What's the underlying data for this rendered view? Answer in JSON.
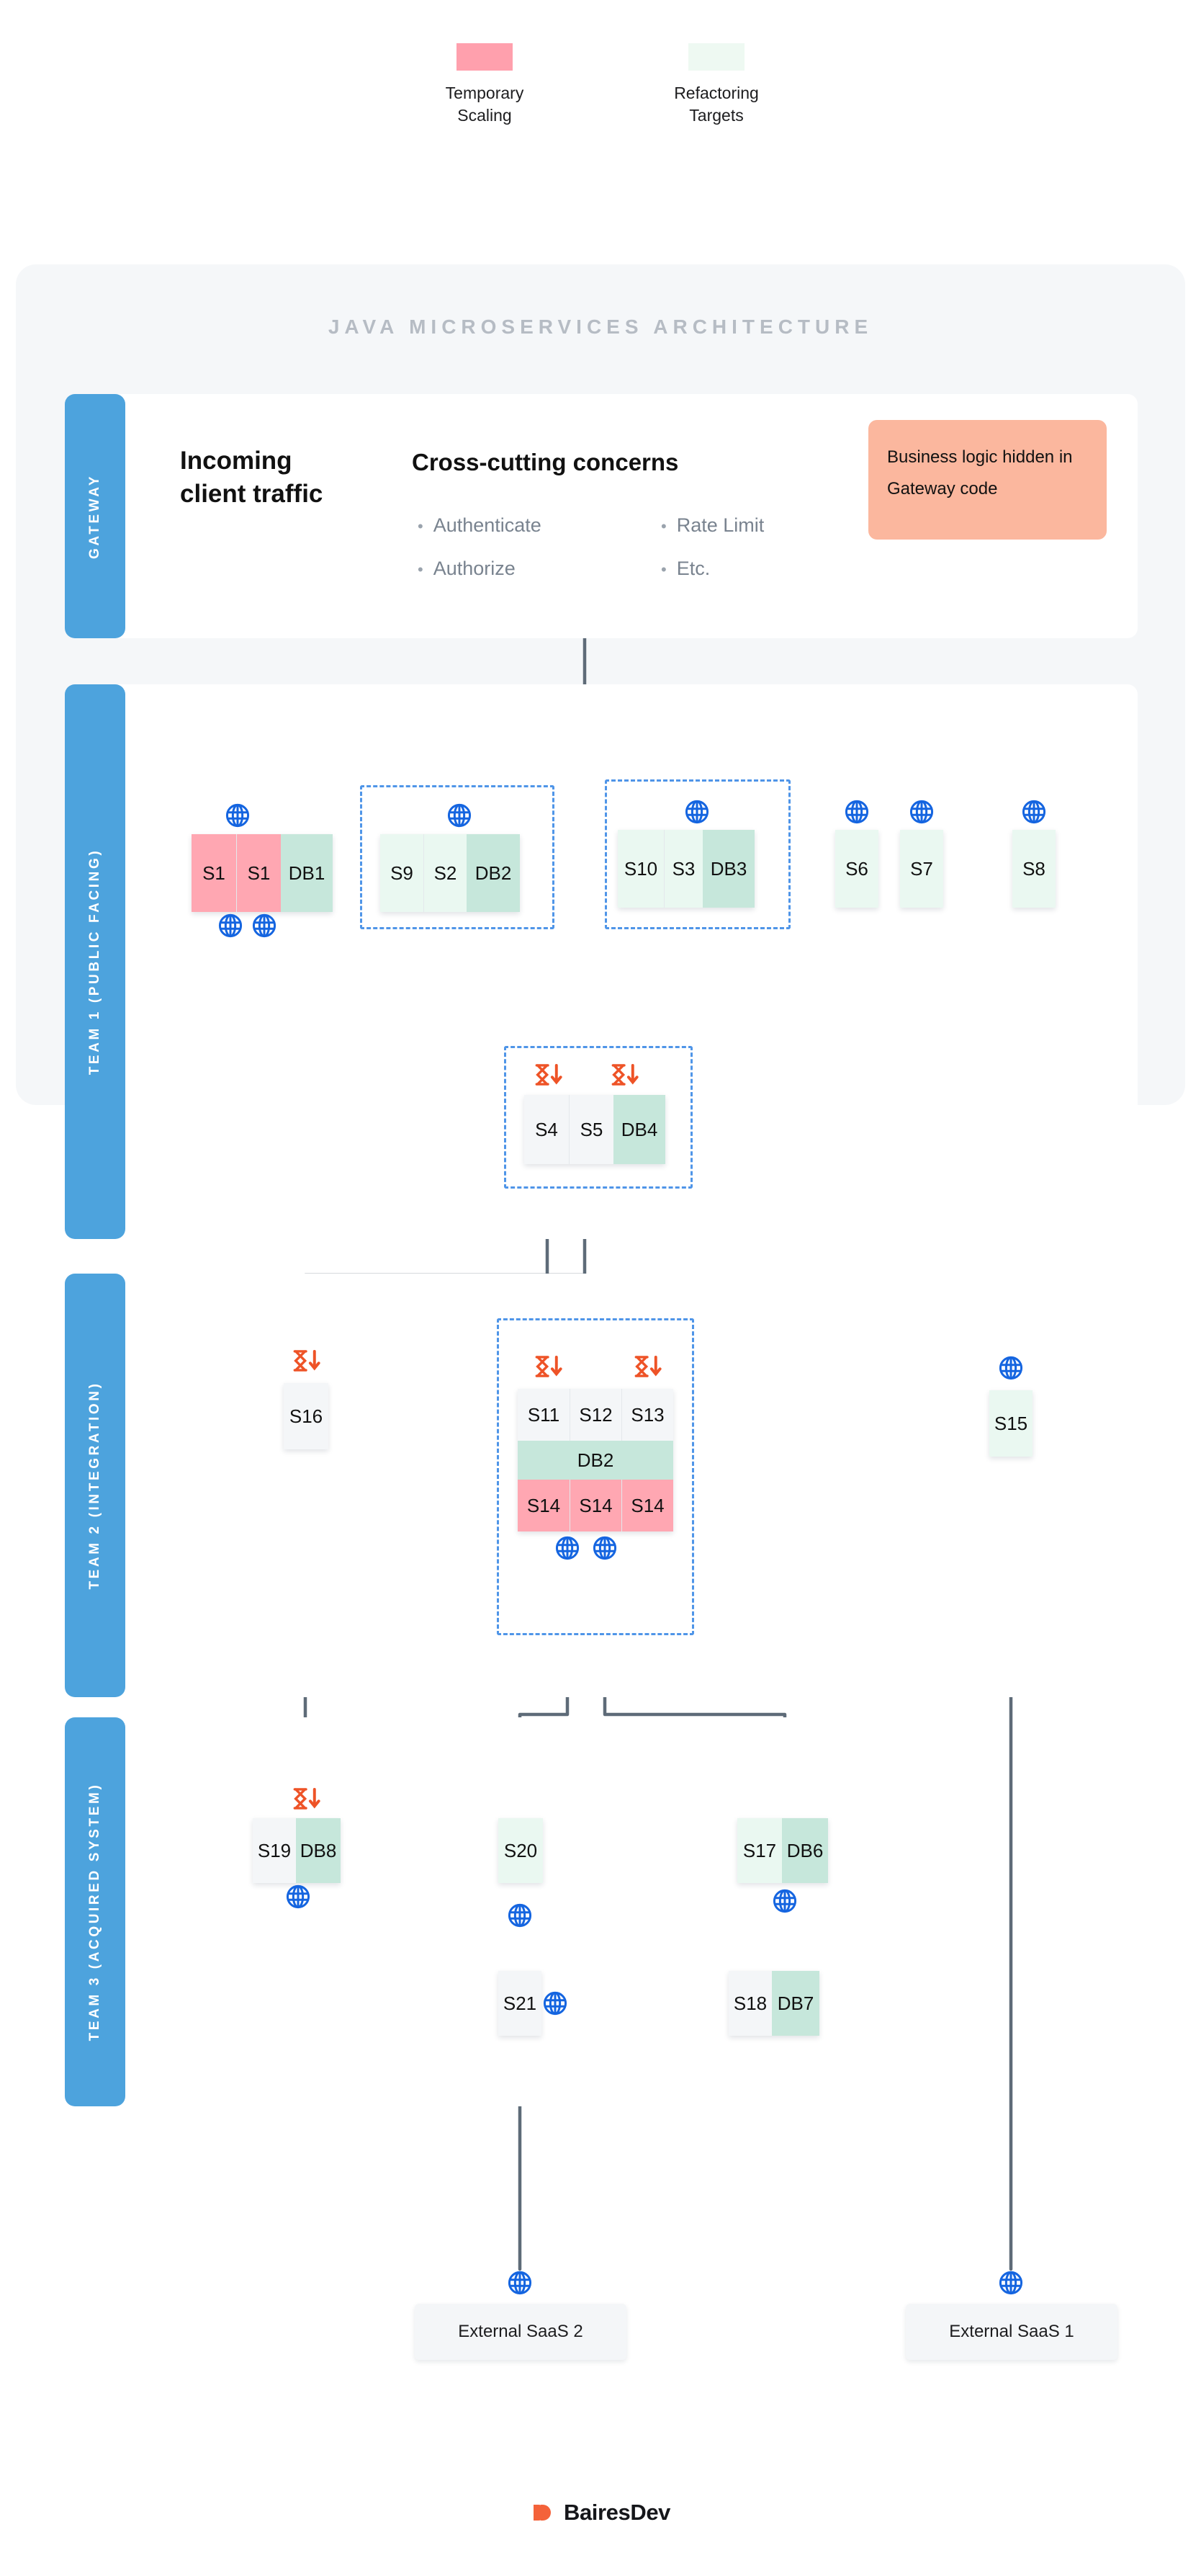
{
  "legend": {
    "items": [
      {
        "label": "Temporary Scaling",
        "color": "#FFA7B2"
      },
      {
        "label": "Refactoring Targets",
        "color": "#EAF8F1"
      }
    ]
  },
  "title": "JAVA MICROSERVICES ARCHITECTURE",
  "gateway": {
    "tab_label": "GATEWAY",
    "heading": "Incoming client traffic",
    "concerns_title": "Cross-cutting concerns",
    "concerns": [
      "Authenticate",
      "Authorize",
      "Rate Limit",
      "Etc."
    ],
    "note": "Business logic hidden in Gateway code",
    "note_color": "#FBB79E"
  },
  "teams": [
    {
      "tab_label": "TEAM 1 (PUBLIC FACING)"
    },
    {
      "tab_label": "TEAM 2 (INTEGRATION)"
    },
    {
      "tab_label": "TEAM 3 (ACQUIRED SYSTEM)"
    }
  ],
  "nodes": {
    "t1_g1": [
      "S1",
      "S1",
      "DB1"
    ],
    "t1_g2": [
      "S9",
      "S2",
      "DB2"
    ],
    "t1_g3": [
      "S10",
      "S3",
      "DB3"
    ],
    "t1_s6": "S6",
    "t1_s7": "S7",
    "t1_s8": "S8",
    "t1_g4": [
      "S4",
      "S5",
      "DB4"
    ],
    "t2_s16": "S16",
    "t2_s15": "S15",
    "t2_row1": [
      "S11",
      "S12",
      "S13"
    ],
    "t2_db": "DB2",
    "t2_row3": [
      "S14",
      "S14",
      "S14"
    ],
    "t3_s19": [
      "S19",
      "DB8"
    ],
    "t3_s20": "S20",
    "t3_s17": [
      "S17",
      "DB6"
    ],
    "t3_s21": "S21",
    "t3_s18": [
      "S18",
      "DB7"
    ],
    "saas2": "External SaaS 2",
    "saas1": "External SaaS 1"
  },
  "icons": {
    "globe": "globe-icon",
    "hourglass": "hourglass-down-icon"
  },
  "footer": {
    "brand": "BairesDev",
    "mark_color": "#F4623A"
  },
  "colors": {
    "accent_blue": "#4DA3DD",
    "dashed_blue": "#4F95E8",
    "globe_blue": "#1565E0",
    "orange": "#EE5327",
    "wire": "#5e6b78",
    "board_bg": "#F5F7F9",
    "grey_cell": "#F4F6F8",
    "pale_green": "#EAF8F1",
    "mint": "#C6E7DB",
    "pink": "#FFA7B2"
  }
}
